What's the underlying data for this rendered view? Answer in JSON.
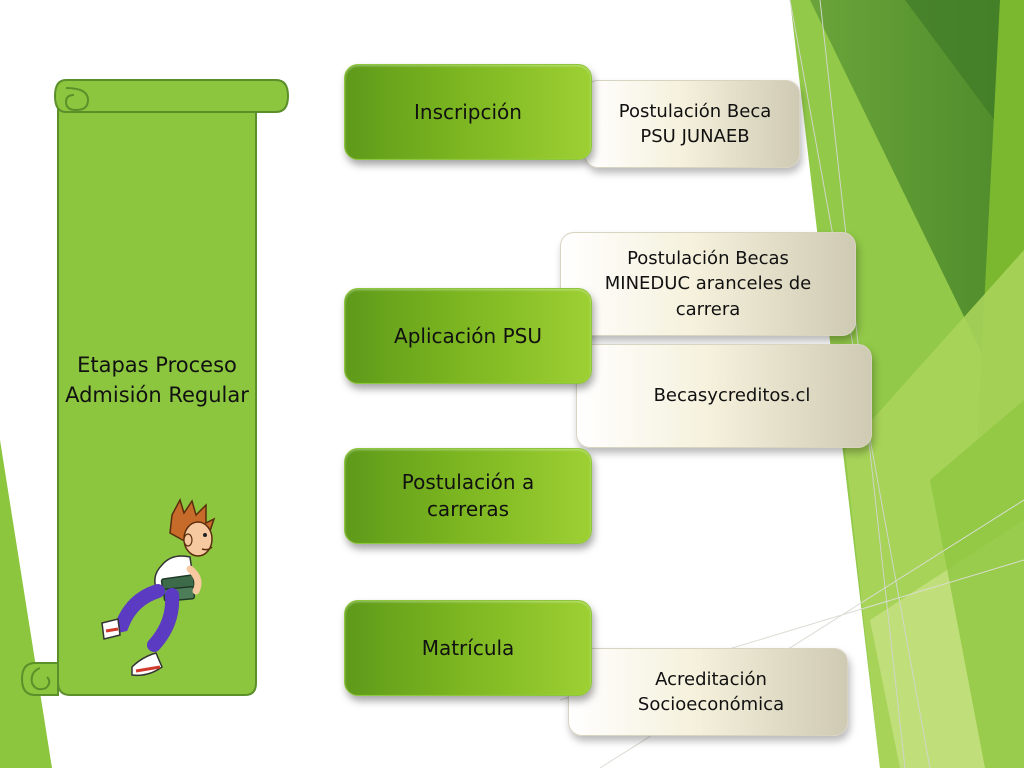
{
  "scroll": {
    "title": "Etapas Proceso Admisión Regular"
  },
  "stages": [
    {
      "label": "Inscripción"
    },
    {
      "label": "Aplicación PSU"
    },
    {
      "label": "Postulación a carreras"
    },
    {
      "label": "Matrícula"
    }
  ],
  "details": [
    {
      "label": "Postulación Beca PSU JUNAEB"
    },
    {
      "label": "Postulación Becas MINEDUC aranceles de carrera"
    },
    {
      "label": "Becasycreditos.cl"
    },
    {
      "label": "Acreditación Socioeconómica"
    }
  ],
  "illustration": {
    "icon": "running-student-icon"
  },
  "colors": {
    "green": "#7bb520",
    "dark_green": "#4f8a1c",
    "cream": "#f5f1dc"
  }
}
